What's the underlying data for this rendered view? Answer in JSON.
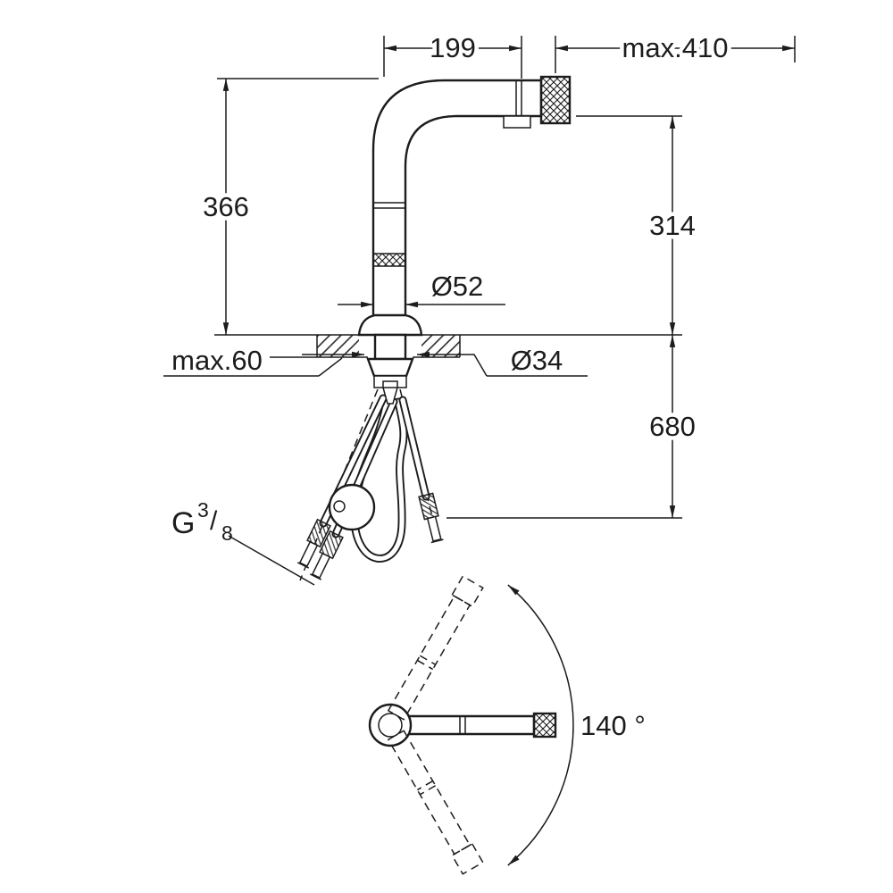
{
  "drawing": {
    "colors": {
      "line": "#1c1c1c",
      "background": "#ffffff"
    },
    "side_view": {
      "spout_reach": "199",
      "pullout_extension": "max.410",
      "height_above_deck": "366",
      "spout_height": "314",
      "body_diameter": "Ø52",
      "deck_thickness": "max.60",
      "hole_diameter": "Ø34",
      "hose_length_below": "680",
      "thread": {
        "prefix": "G",
        "numerator": "3",
        "slash": "/",
        "denominator": "8"
      }
    },
    "top_view": {
      "swivel_angle": "140 °"
    }
  }
}
